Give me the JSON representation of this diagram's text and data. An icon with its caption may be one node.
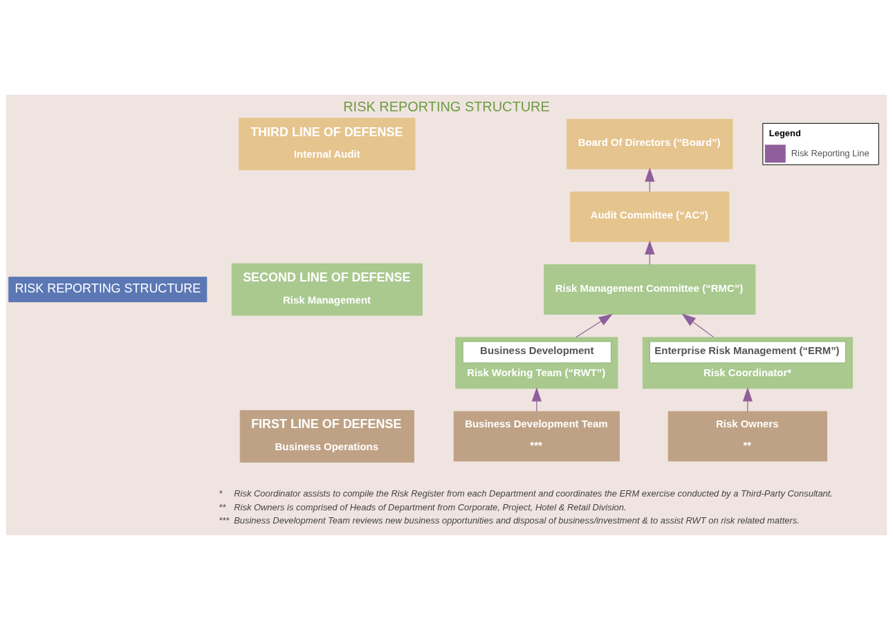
{
  "diagram": {
    "title": "RISK REPORTING STRUCTURE",
    "nodes": [
      {
        "text": [
          "THIRD LINE OF DEFENSE",
          "Internal Audit"
        ]
      },
      {
        "text": [
          "Board Of Directors (“Board”)"
        ]
      },
      {
        "text": [
          "Audit Committee (“AC”)"
        ]
      },
      {
        "text": [
          "SECOND LINE OF DEFENSE",
          "Risk Management"
        ]
      },
      {
        "text": [
          "Risk Management Committee (“RMC”)"
        ]
      },
      {
        "text": [
          "Business Development",
          "Risk Working Team (“RWT”)"
        ]
      },
      {
        "text": [
          "Enterprise Risk Management (“ERM”)",
          "Risk Coordinator*"
        ]
      },
      {
        "text": [
          "FIRST LINE OF DEFENSE",
          "Business Operations"
        ]
      },
      {
        "text": [
          "Business Development Team",
          "***"
        ]
      },
      {
        "text": [
          "Risk Owners",
          "**"
        ]
      }
    ],
    "edges": [
      {
        "from": 2,
        "to": 1,
        "arrow": "to",
        "color": "#8e5f9a"
      },
      {
        "from": 4,
        "to": 2,
        "arrow": "to",
        "color": "#8e5f9a"
      },
      {
        "from": 5,
        "to": 4,
        "arrow": "to",
        "color": "#8e5f9a"
      },
      {
        "from": 6,
        "to": 4,
        "arrow": "to",
        "color": "#8e5f9a"
      },
      {
        "from": 8,
        "to": 5,
        "arrow": "to",
        "color": "#8e5f9a"
      },
      {
        "from": 9,
        "to": 6,
        "arrow": "to",
        "color": "#8e5f9a"
      }
    ],
    "labels": [
      "RISK REPORTING STRUCTURE",
      "Legend",
      "*",
      "Risk Coordinator assists to compile the Risk Register from each Department and coordinates the ERM exercise conducted by a Third-Party Consultant.",
      "**",
      "Risk Owners is comprised of Heads of Department from Corporate, Project, Hotel & Retail Division.",
      "***",
      "Business Development Team reviews new business opportunities and disposal of business/investment & to assist RWT on risk related matters."
    ],
    "legend": [
      {
        "text": "Risk Reporting Line",
        "color": "#8e5f9a"
      }
    ]
  }
}
